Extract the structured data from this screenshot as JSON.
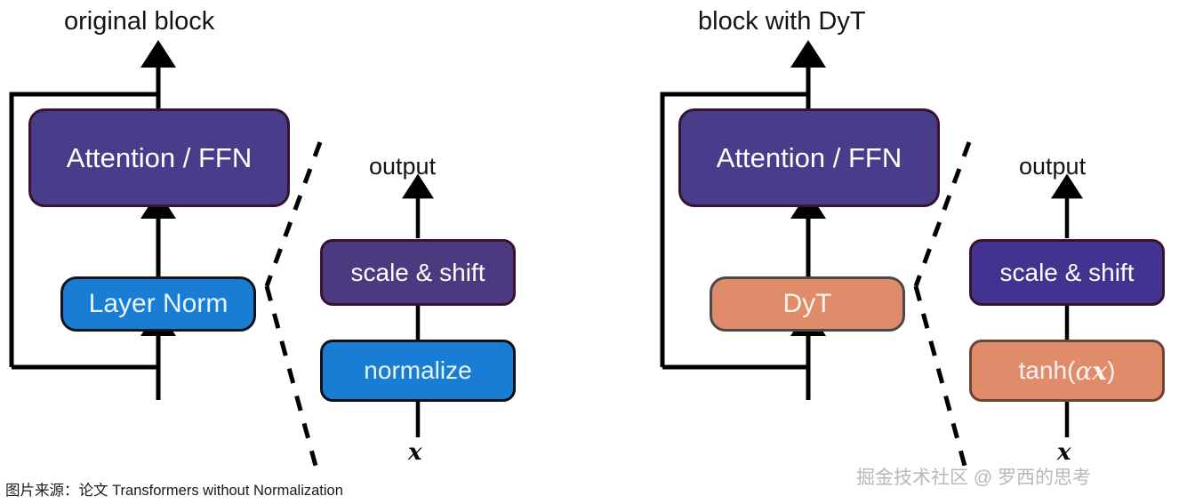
{
  "figure": {
    "caption": "图片来源：论文 Transformers without Normalization",
    "watermark": "掘金技术社区 @ 罗西的思考"
  },
  "colors": {
    "attention": "#483D8B",
    "layer_norm": "#1A7DD4",
    "dyt": "#E08C6A",
    "scale_shift_left": "#4C3A80",
    "scale_shift_right": "#423391",
    "normalize": "#1A7DD4",
    "tanh": "#E08C6A",
    "line": "#000000",
    "text_dark": "#141414",
    "watermark_gray": "#b8b8b8"
  },
  "panels": [
    {
      "id": "original",
      "title": "original block",
      "block": {
        "attention_label": "Attention / FFN",
        "norm_label": "Layer Norm"
      },
      "detail": {
        "output_label": "output",
        "top_box_label": "scale & shift",
        "bottom_box_label": "normalize",
        "input_label": "x"
      }
    },
    {
      "id": "dyt",
      "title": "block with DyT",
      "block": {
        "attention_label": "Attention / FFN",
        "norm_label": "DyT"
      },
      "detail": {
        "output_label": "output",
        "top_box_label": "scale & shift",
        "bottom_box_label": "tanh(αx)",
        "bottom_box_parts": {
          "fn": "tanh(",
          "alpha": "α",
          "var": "x",
          "close": ")"
        },
        "input_label": "x"
      }
    }
  ]
}
